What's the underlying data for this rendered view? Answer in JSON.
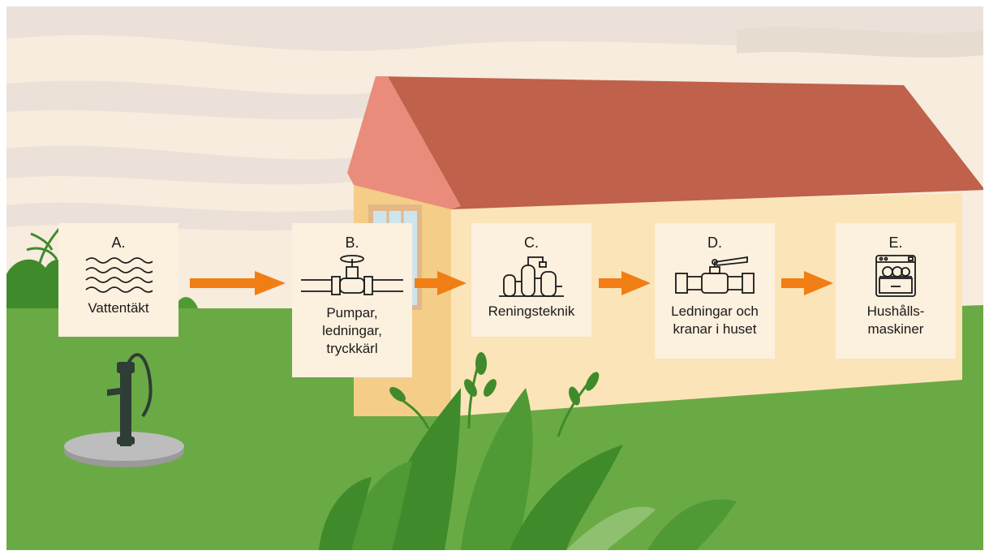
{
  "colors": {
    "sky": "#f7ecdd",
    "sky_streak": "#ebe1d8",
    "grass": "#6aaa45",
    "house_wall": "#fbe4b8",
    "house_side": "#f4cd89",
    "roof": "#bf614b",
    "roof_edge": "#e98c7b",
    "arrow": "#f07e14",
    "card": "#fcf0de",
    "pump": "#2e3d35",
    "plant_dark": "#3f8b2b"
  },
  "steps": [
    {
      "letter": "A.",
      "label": "Vattentäkt",
      "icon": "water-waves-icon"
    },
    {
      "letter": "B.",
      "label": "Pumpar,\nledningar,\ntryckkärl",
      "icon": "pipe-valve-icon"
    },
    {
      "letter": "C.",
      "label": "Reningsteknik",
      "icon": "treatment-plant-icon"
    },
    {
      "letter": "D.",
      "label": "Ledningar och\nkranar i huset",
      "icon": "ball-valve-icon"
    },
    {
      "letter": "E.",
      "label": "Hushålls-\nmaskiner",
      "icon": "dishwasher-icon"
    }
  ]
}
